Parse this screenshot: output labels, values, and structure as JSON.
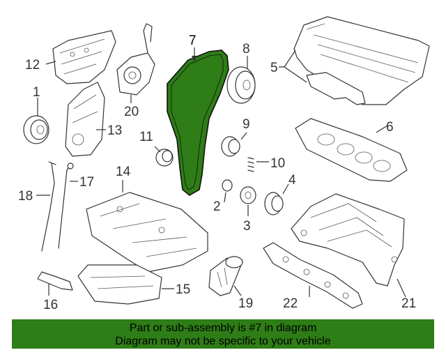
{
  "diagram": {
    "highlight_color": "#2e7d17",
    "callouts": [
      {
        "id": "1",
        "label": "1"
      },
      {
        "id": "2",
        "label": "2"
      },
      {
        "id": "3",
        "label": "3"
      },
      {
        "id": "4",
        "label": "4"
      },
      {
        "id": "5",
        "label": "5"
      },
      {
        "id": "6",
        "label": "6"
      },
      {
        "id": "7",
        "label": "7"
      },
      {
        "id": "8",
        "label": "8"
      },
      {
        "id": "9",
        "label": "9"
      },
      {
        "id": "10",
        "label": "10"
      },
      {
        "id": "11",
        "label": "11"
      },
      {
        "id": "12",
        "label": "12"
      },
      {
        "id": "13",
        "label": "13"
      },
      {
        "id": "14",
        "label": "14"
      },
      {
        "id": "15",
        "label": "15"
      },
      {
        "id": "16",
        "label": "16"
      },
      {
        "id": "17",
        "label": "17"
      },
      {
        "id": "18",
        "label": "18"
      },
      {
        "id": "19",
        "label": "19"
      },
      {
        "id": "20",
        "label": "20"
      },
      {
        "id": "21",
        "label": "21"
      },
      {
        "id": "22",
        "label": "22"
      }
    ]
  },
  "banner": {
    "line1": "Part or sub-assembly is #7 in diagram",
    "line2": "Diagram may not be specific to your vehicle",
    "background": "#2e7d17"
  }
}
